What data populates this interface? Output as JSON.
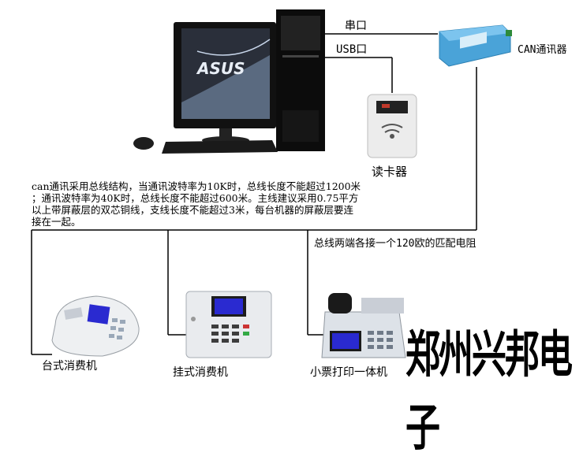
{
  "labels": {
    "serial_port": "串口",
    "usb_port": "USB口",
    "can_converter": "CAN通讯器",
    "card_reader": "读卡器",
    "terminal_resistor": "总线两端各接一个120欧的匹配电阻",
    "desktop_pos": "台式消费机",
    "wall_pos": "挂式消费机",
    "receipt_pos": "小票打印一体机"
  },
  "note": "can通讯采用总线结构，当通讯波特率为10K时，总线长度不能超过1200米\n；通讯波特率为40K时，总线长度不能超过600米。主线建议采用0.75平方\n以上带屏蔽层的双芯铜线，支线长度不能超过3米，每台机器的屏蔽层要连\n接在一起。",
  "brand": "郑州兴邦电子",
  "monitor_logo": "ASUS",
  "colors": {
    "wire": "#000000",
    "converter": "#4aa3d8",
    "screen": "#2a2ad0"
  }
}
